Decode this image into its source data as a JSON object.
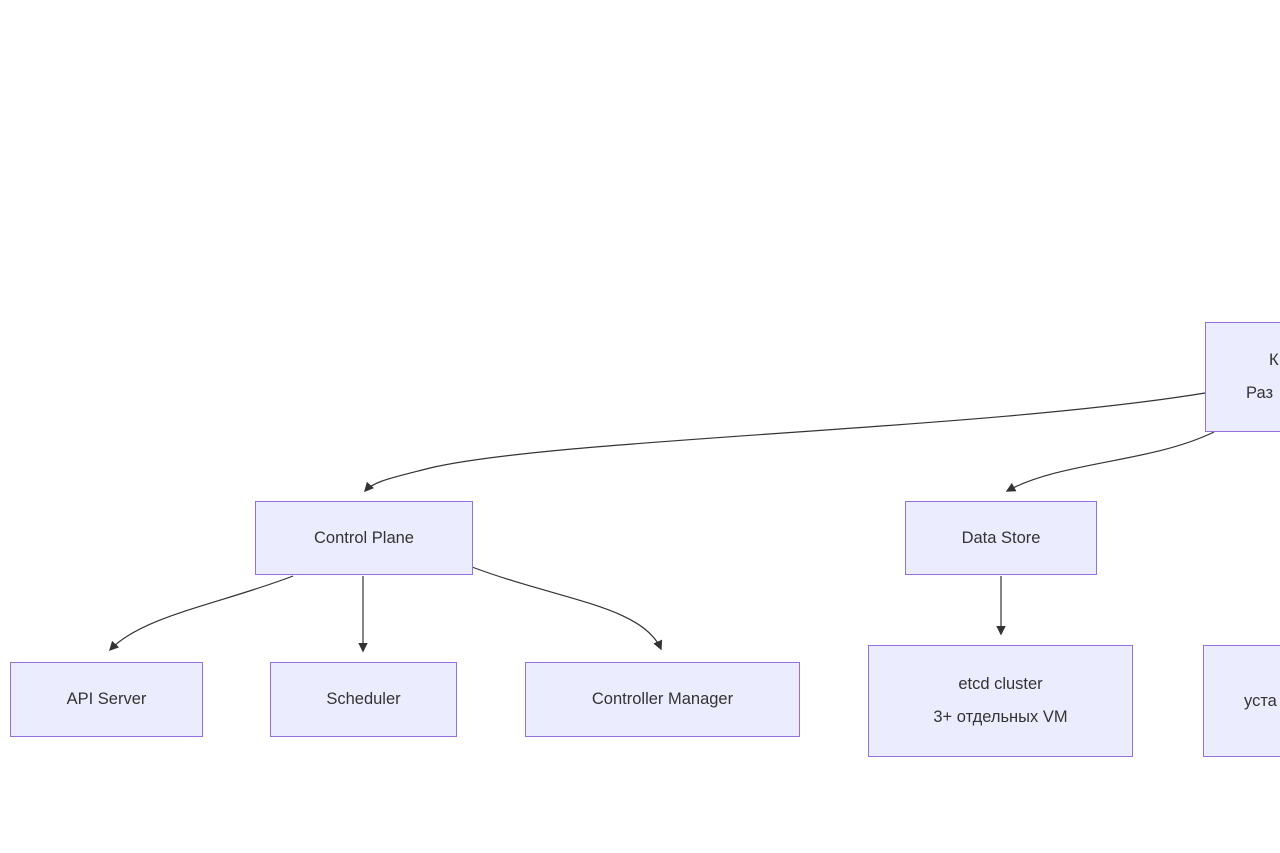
{
  "diagram": {
    "type": "flowchart",
    "colors": {
      "node_fill": "#ECECFF",
      "node_border": "#9370DB",
      "edge": "#333333",
      "text": "#333333",
      "background": "#FFFFFF"
    },
    "nodes": {
      "root_partial": {
        "line1": "К",
        "line2": "Раз",
        "note_visible_fragment": true
      },
      "control_plane": {
        "label": "Control Plane"
      },
      "data_store": {
        "label": "Data Store"
      },
      "api_server": {
        "label": "API Server"
      },
      "scheduler": {
        "label": "Scheduler"
      },
      "controller_manager": {
        "label": "Controller Manager"
      },
      "etcd": {
        "line1": "etcd cluster",
        "line2": "3+ отдельных VM"
      },
      "right_partial": {
        "line1": "",
        "line2": "уста"
      }
    },
    "edges": [
      {
        "from": "root_partial",
        "to": "control_plane"
      },
      {
        "from": "root_partial",
        "to": "data_store"
      },
      {
        "from": "control_plane",
        "to": "api_server"
      },
      {
        "from": "control_plane",
        "to": "scheduler"
      },
      {
        "from": "control_plane",
        "to": "controller_manager"
      },
      {
        "from": "data_store",
        "to": "etcd"
      }
    ]
  }
}
